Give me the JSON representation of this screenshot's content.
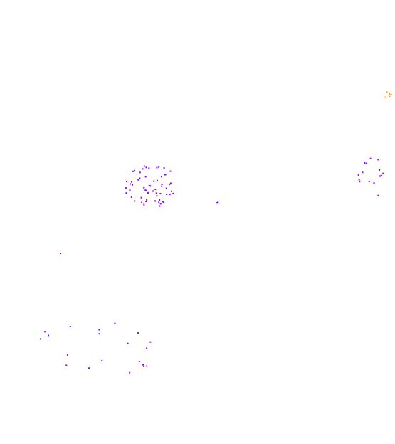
{
  "background_color": "#ffffff",
  "colors": {
    "primary_points": "#8b00ff",
    "secondary_points": "#ff9900"
  },
  "point_groups": [
    {
      "name": "main-cluster",
      "color_key": "primary_points",
      "points": 60
    },
    {
      "name": "east-cluster",
      "color_key": "primary_points",
      "points": 16
    },
    {
      "name": "northeast-orange",
      "color_key": "secondary_points",
      "points": 5
    },
    {
      "name": "mid-small-cluster",
      "color_key": "primary_points",
      "points": 4
    },
    {
      "name": "isolated-point",
      "color_key": "primary_points",
      "points": 1
    },
    {
      "name": "southwest-scatter",
      "color_key": "primary_points",
      "points": 20
    }
  ]
}
